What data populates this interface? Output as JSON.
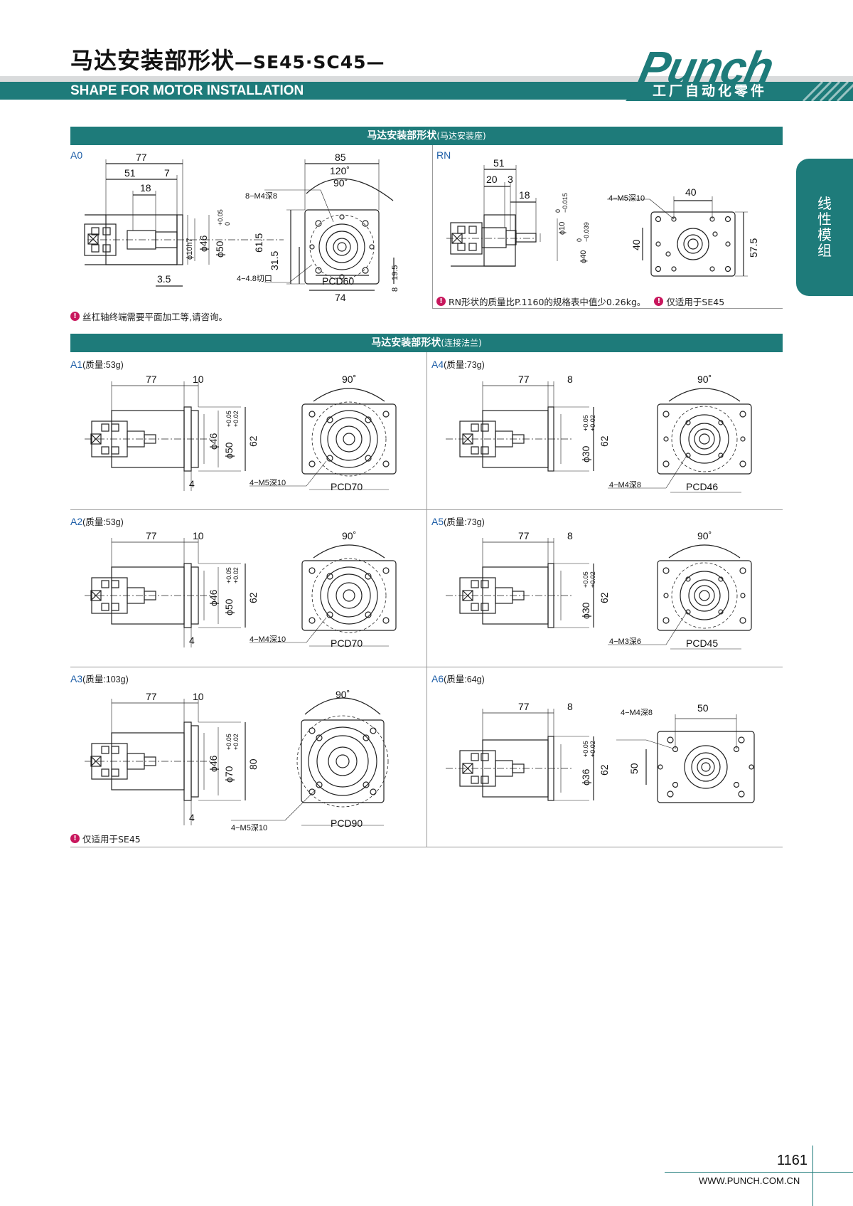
{
  "header": {
    "title_cn": "马达安装部形状",
    "title_suffix": "—SE45·SC45—",
    "title_en": "SHAPE FOR MOTOR INSTALLATION",
    "logo_text": "Punch",
    "logo_slogan": "工厂自动化零件"
  },
  "side_tab": {
    "text": "线性模组"
  },
  "section1": {
    "title": "马达安装部形状",
    "title_suffix": "(马达安装座)",
    "note": "丝杠轴终端需要平面加工等,请咨询。",
    "rn_note1": "RN形状的质量比P.1160的规格表中值少0.26kg。",
    "rn_note2": "仅适用于SE45"
  },
  "section2": {
    "title": "马达安装部形状",
    "title_suffix": "(连接法兰)",
    "a3_note": "仅适用于SE45"
  },
  "cells": {
    "a0": {
      "label": "A0",
      "mass": ""
    },
    "rn": {
      "label": "RN",
      "mass": ""
    },
    "a1": {
      "label": "A1",
      "mass": "(质量:53g)"
    },
    "a4": {
      "label": "A4",
      "mass": "(质量:73g)"
    },
    "a2": {
      "label": "A2",
      "mass": "(质量:53g)"
    },
    "a5": {
      "label": "A5",
      "mass": "(质量:73g)"
    },
    "a3": {
      "label": "A3",
      "mass": "(质量:103g)"
    },
    "a6": {
      "label": "A6",
      "mass": "(质量:64g)"
    }
  },
  "dims": {
    "a0": {
      "d77": "77",
      "d51": "51",
      "d7": "7",
      "d18": "18",
      "d35": "3.5",
      "shaft": "ϕ10h7",
      "d46": "ϕ46",
      "d50": "ϕ50",
      "tol_u": "+0.05",
      "tol_l": "0",
      "d85": "85",
      "d120": "120˚",
      "d90": "90˚",
      "m4": "8−M4深8",
      "d615": "61.5",
      "d315": "31.5",
      "d195": "19.5",
      "d8": "8",
      "cut": "4−4.8切口",
      "pcd": "PCD60",
      "d74": "74"
    },
    "rn": {
      "d51": "51",
      "d20": "20",
      "d3": "3",
      "d18": "18",
      "shaft": "ϕ10",
      "shaft_u": "0",
      "shaft_l": "−0.015",
      "bore": "ϕ40",
      "bore_u": "0",
      "bore_l": "−0.039",
      "m5": "4−M5深10",
      "d40": "40",
      "d40v": "40",
      "d575": "57.5"
    },
    "a1": {
      "d77": "77",
      "d10": "10",
      "d4": "4",
      "d46": "ϕ46",
      "d50": "ϕ50",
      "tol_u": "+0.05",
      "tol_l": "+0.02",
      "sq": "62",
      "ang": "90˚",
      "thread": "4−M5深10",
      "pcd": "PCD70"
    },
    "a4": {
      "d77": "77",
      "d8": "8",
      "d30": "ϕ30",
      "tol_u": "+0.05",
      "tol_l": "+0.02",
      "sq": "62",
      "ang": "90˚",
      "thread": "4−M4深8",
      "pcd": "PCD46"
    },
    "a2": {
      "d77": "77",
      "d10": "10",
      "d4": "4",
      "d46": "ϕ46",
      "d50": "ϕ50",
      "tol_u": "+0.05",
      "tol_l": "+0.02",
      "sq": "62",
      "ang": "90˚",
      "thread": "4−M4深10",
      "pcd": "PCD70"
    },
    "a5": {
      "d77": "77",
      "d8": "8",
      "d30": "ϕ30",
      "tol_u": "+0.05",
      "tol_l": "+0.02",
      "sq": "62",
      "ang": "90˚",
      "thread": "4−M3深6",
      "pcd": "PCD45"
    },
    "a3": {
      "d77": "77",
      "d10": "10",
      "d4": "4",
      "d46": "ϕ46",
      "d70": "ϕ70",
      "tol_u": "+0.05",
      "tol_l": "+0.02",
      "sq": "80",
      "ang": "90˚",
      "thread": "4−M5深10",
      "pcd": "PCD90"
    },
    "a6": {
      "d77": "77",
      "d8": "8",
      "d36": "ϕ36",
      "tol_u": "+0.05",
      "tol_l": "+0.02",
      "sq": "62",
      "thread": "4−M4深8",
      "d50": "50",
      "d50v": "50"
    }
  },
  "footer": {
    "page": "1161",
    "url": "WWW.PUNCH.COM.CN"
  },
  "colors": {
    "brand_teal": "#1e7b7a",
    "note_magenta": "#c8175d",
    "label_blue": "#1f5fa8"
  }
}
